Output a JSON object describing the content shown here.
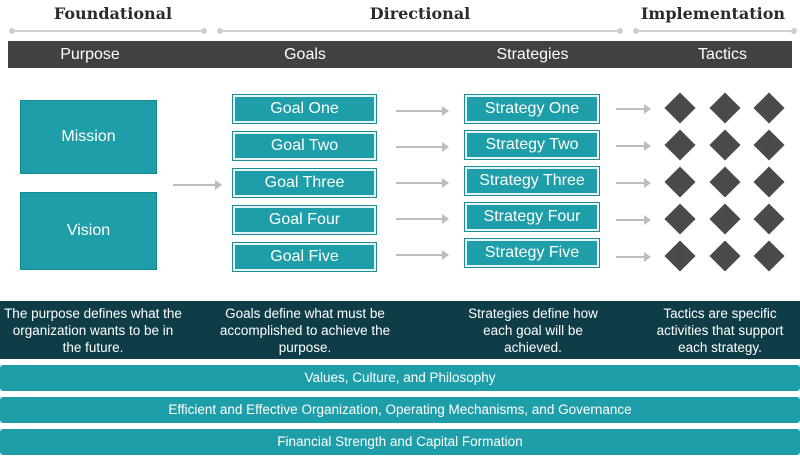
{
  "phases": {
    "foundational": "Foundational",
    "directional": "Directional",
    "implementation": "Implementation"
  },
  "columns": {
    "purpose": "Purpose",
    "goals": "Goals",
    "strategies": "Strategies",
    "tactics": "Tactics"
  },
  "purpose_boxes": [
    "Mission",
    "Vision"
  ],
  "goals": [
    "Goal One",
    "Goal Two",
    "Goal Three",
    "Goal Four",
    "Goal Five"
  ],
  "strategies": [
    "Strategy One",
    "Strategy Two",
    "Strategy Three",
    "Strategy Four",
    "Strategy Five"
  ],
  "tactics_per_row": 3,
  "descriptions": {
    "purpose": "The purpose defines what the organization wants to be in the future.",
    "goals": "Goals define what must be accomplished to achieve the purpose.",
    "strategies": "Strategies define how each goal will be achieved.",
    "tactics": "Tactics are specific activities that support each strategy."
  },
  "foundation_bars": [
    "Values, Culture, and Philosophy",
    "Efficient and Effective Organization, Operating Mechanisms, and Governance",
    "Financial Strength and Capital Formation"
  ],
  "colors": {
    "teal": "#1e9ea8",
    "dark_band": "#414141",
    "navy": "#0e3d47",
    "diamond": "#4a4a4a"
  }
}
